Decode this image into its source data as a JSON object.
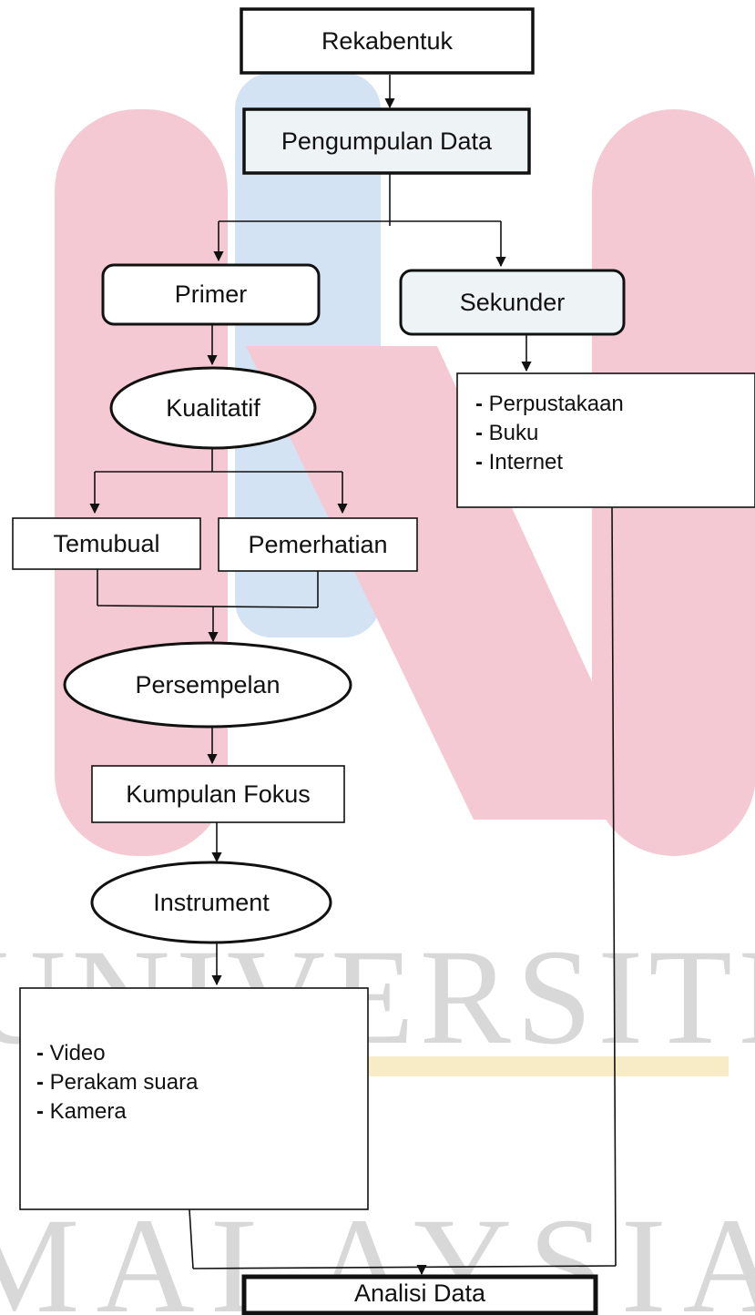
{
  "watermark": {
    "line1": "UNIVERSITI",
    "line2": "MALAYSIA",
    "colors": {
      "pink": "#f4c9d3",
      "blue": "#d3e3f3",
      "yellow": "#f7ecc6",
      "gray": "#d8d8d8"
    }
  },
  "nodes": {
    "rekabentuk": "Rekabentuk",
    "pengumpulan": "Pengumpulan Data",
    "primer": "Primer",
    "sekunder": "Sekunder",
    "kualitatif": "Kualitatif",
    "temubual": "Temubual",
    "pemerhatian": "Pemerhatian",
    "persempelan": "Persempelan",
    "kumpulan_fokus": "Kumpulan Fokus",
    "instrument": "Instrument",
    "analisi": "Analisi Data"
  },
  "secondary_sources": {
    "bullet": "-",
    "items": [
      "Perpustakaan",
      "Buku",
      "Internet"
    ]
  },
  "instrument_list": {
    "bullet": "-",
    "items": [
      "Video",
      "Perakam suara",
      "Kamera"
    ]
  },
  "colors": {
    "stroke": "#111111",
    "box_tint": "#eef3f6"
  }
}
